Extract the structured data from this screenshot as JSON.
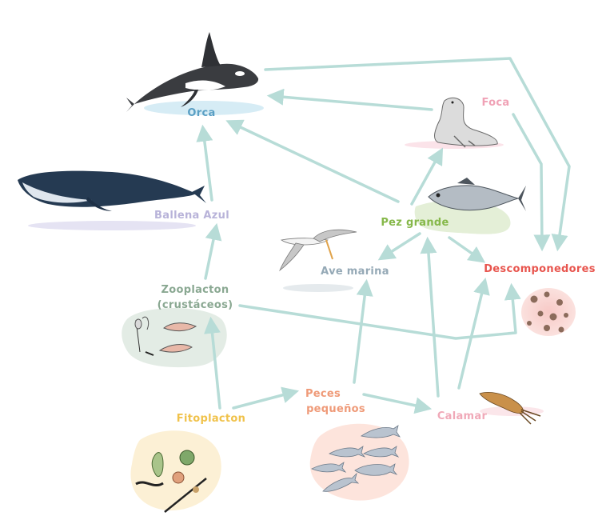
{
  "colors": {
    "arrow": "#b7dcd7",
    "orca": "#5a9fc4",
    "ballena": "#b8b3d9",
    "zooplancton": "#8aa892",
    "fitoplancton": "#f0c24b",
    "peces_pequenos": "#ef9a78",
    "calamar": "#f0a9b8",
    "pez_grande": "#86b84a",
    "ave_marina": "#95a9b6",
    "foca": "#f0a2b6",
    "descomponedores": "#e8554e"
  },
  "nodes": {
    "orca": {
      "label": "Orca",
      "icon": "orca-icon"
    },
    "ballena": {
      "label": "Ballena Azul",
      "icon": "blue-whale-icon"
    },
    "zooplancton": {
      "label_line1": "Zooplacton",
      "label_line2": "(crustáceos)",
      "icon": "krill-icon"
    },
    "fitoplancton": {
      "label": "Fitoplacton",
      "icon": "phytoplankton-icon"
    },
    "peces_pequenos": {
      "label_line1": "Peces",
      "label_line2": "pequeños",
      "icon": "small-fish-icon"
    },
    "calamar": {
      "label": "Calamar",
      "icon": "squid-icon"
    },
    "pez_grande": {
      "label": "Pez grande",
      "icon": "tuna-icon"
    },
    "ave_marina": {
      "label": "Ave marina",
      "icon": "seagull-icon"
    },
    "foca": {
      "label": "Foca",
      "icon": "seal-icon"
    },
    "descomponedores": {
      "label": "Descomponedores",
      "icon": "bacteria-icon"
    }
  },
  "edges": [
    {
      "from": "fitoplancton",
      "to": "zooplancton"
    },
    {
      "from": "fitoplancton",
      "to": "peces_pequenos"
    },
    {
      "from": "zooplancton",
      "to": "ballena"
    },
    {
      "from": "zooplancton",
      "to": "descomponedores"
    },
    {
      "from": "ballena",
      "to": "orca"
    },
    {
      "from": "peces_pequenos",
      "to": "calamar"
    },
    {
      "from": "peces_pequenos",
      "to": "ave_marina"
    },
    {
      "from": "calamar",
      "to": "pez_grande"
    },
    {
      "from": "calamar",
      "to": "descomponedores"
    },
    {
      "from": "pez_grande",
      "to": "orca"
    },
    {
      "from": "pez_grande",
      "to": "foca"
    },
    {
      "from": "pez_grande",
      "to": "ave_marina"
    },
    {
      "from": "pez_grande",
      "to": "descomponedores"
    },
    {
      "from": "foca",
      "to": "orca"
    },
    {
      "from": "foca",
      "to": "descomponedores"
    },
    {
      "from": "orca",
      "to": "descomponedores"
    }
  ]
}
